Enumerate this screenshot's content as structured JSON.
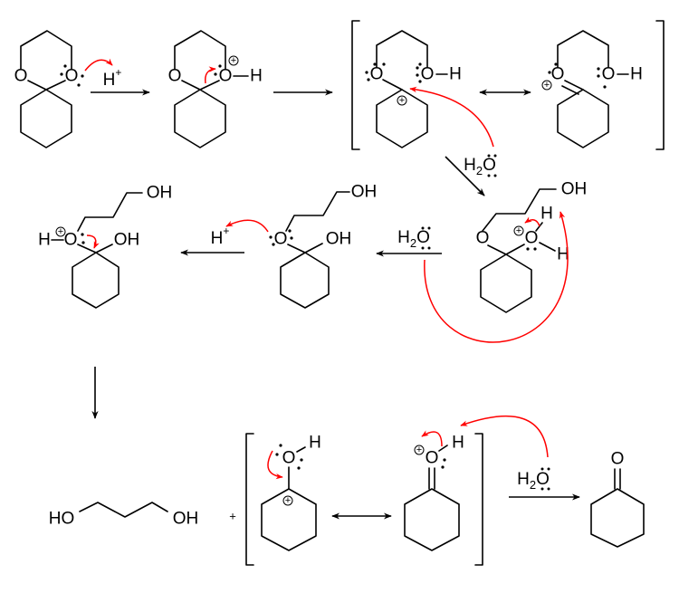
{
  "atoms": {
    "O": "O",
    "H": "H",
    "OH": "OH",
    "HO": "HO"
  },
  "reagents": {
    "proton": {
      "H": "H",
      "charge": "+"
    },
    "water": {
      "H": "H",
      "sub": "2",
      "O": "O"
    }
  },
  "symbols": {
    "plus": "+",
    "positive_charge": "+"
  },
  "colors": {
    "bond": "#000000",
    "electron_arrow": "#ff0000"
  }
}
